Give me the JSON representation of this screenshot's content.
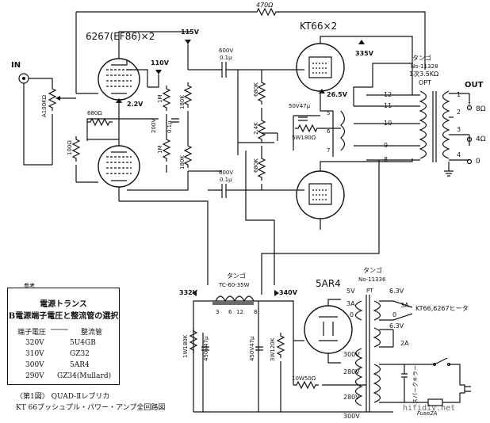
{
  "labels": {
    "input_tube": "6267(EF86)×2",
    "output_tube": "KT66×2",
    "rectifier": "5AR4",
    "in": "IN",
    "out": "OUT",
    "v_115": "115V",
    "v_110": "110V",
    "v_2_2": "2.2V",
    "v_335": "335V",
    "v_26_5": "26.5V",
    "v_332": "332V",
    "v_340": "340V",
    "r_470": "470Ω",
    "r_100k_vol": "A100KΩ",
    "r_680": "680Ω",
    "r_100": "100Ω",
    "c_600_top": "600V",
    "c_01_top": "0.1μ",
    "c_600_bot": "600V",
    "c_01_bot": "0.1μ",
    "r_1m_a": "1M",
    "r_1m_b": "1M",
    "c_200v": "200V",
    "c_01_mid": "0.1μ",
    "r_180k_a": "180K",
    "r_180k_b": "180K",
    "r_680k_a": "680K",
    "r_2_4k": "2.4K",
    "r_680k_b": "680K",
    "c_50v47": "50V47μ",
    "r_5w180": "5W180Ω",
    "opt_tango": "タンゴ",
    "opt_model": "No-11328",
    "opt_spec": "1次3.5KΩ",
    "opt_tag": "OPT",
    "opt_pins_left": [
      "12",
      "11",
      "10",
      "9",
      "8"
    ],
    "opt_pins_right": [
      "1",
      "2",
      "3",
      "4"
    ],
    "out_8": "8Ω",
    "out_4": "4Ω",
    "out_0": "0",
    "choke_tango": "タンゴ",
    "choke_model": "TC-60-35W",
    "choke_pins": [
      "3",
      "6",
      "12",
      "8"
    ],
    "pt_tango": "タンゴ",
    "pt_model": "No-11336",
    "pt_tag": "PT",
    "v_5v": "5V",
    "a_3a_l": "3A",
    "zero_l": "0",
    "v_6_3a": "6.3V",
    "a_3a_r": "3A",
    "heater": "KT66,6267ヒータ",
    "zero_r": "0",
    "v_6_3b": "6.3V",
    "a_2a": "2A",
    "v_300a": "300V",
    "v_280a": "280V",
    "v_280b": "280V",
    "v_300b": "300V",
    "r_10w50": "10W50Ω",
    "r_1w180k": "1W180K",
    "c_450_47_a": "450V47μ",
    "c_450_47_b": "450V47μ",
    "r_3w120k": "3W120K",
    "sparkq": "スパークキラー",
    "fuse": "Fuse2A"
  },
  "ref": {
    "tag": "参考",
    "title1": "電源トランス",
    "title2": "B電源端子電圧と整流管の選択",
    "head_left": "端子電圧",
    "head_right": "整流管",
    "rows": [
      {
        "v": "320V",
        "t": "5U4GB"
      },
      {
        "v": "310V",
        "t": "GZ32"
      },
      {
        "v": "300V",
        "t": "5AR4"
      },
      {
        "v": "290V",
        "t": "GZ34(Mullard)"
      }
    ]
  },
  "caption": {
    "line1": "〈第1図〉 QUAD-Ⅱレプリカ",
    "line2": "KT 66プッシュプル・パワー・アンプ全回路図"
  },
  "watermark": "hifidiy.net"
}
